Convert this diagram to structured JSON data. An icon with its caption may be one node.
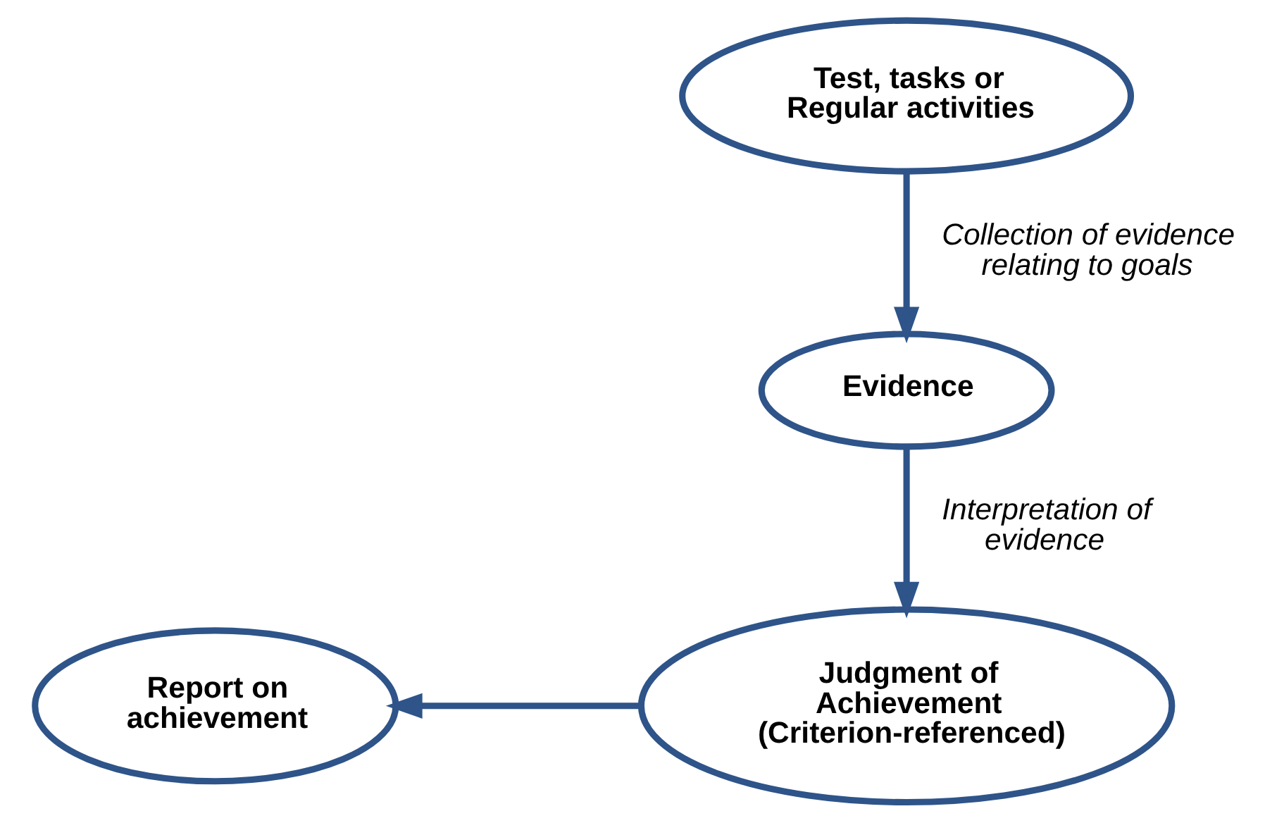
{
  "diagram": {
    "nodes": [
      {
        "text": [
          "Test, tasks or Regular activities"
        ]
      },
      {
        "text": [
          "Evidence"
        ]
      },
      {
        "text": [
          "Judgment of Achievement (Criterion-referenced)"
        ]
      },
      {
        "text": [
          "Report on achievement"
        ]
      }
    ],
    "edges": [
      {
        "from": 0,
        "to": 1,
        "arrow": "to",
        "label": "Collection of evidence relating to goals"
      },
      {
        "from": 1,
        "to": 2,
        "arrow": "to",
        "label": "Interpretation of evidence"
      },
      {
        "from": 2,
        "to": 3,
        "arrow": "to"
      }
    ]
  }
}
